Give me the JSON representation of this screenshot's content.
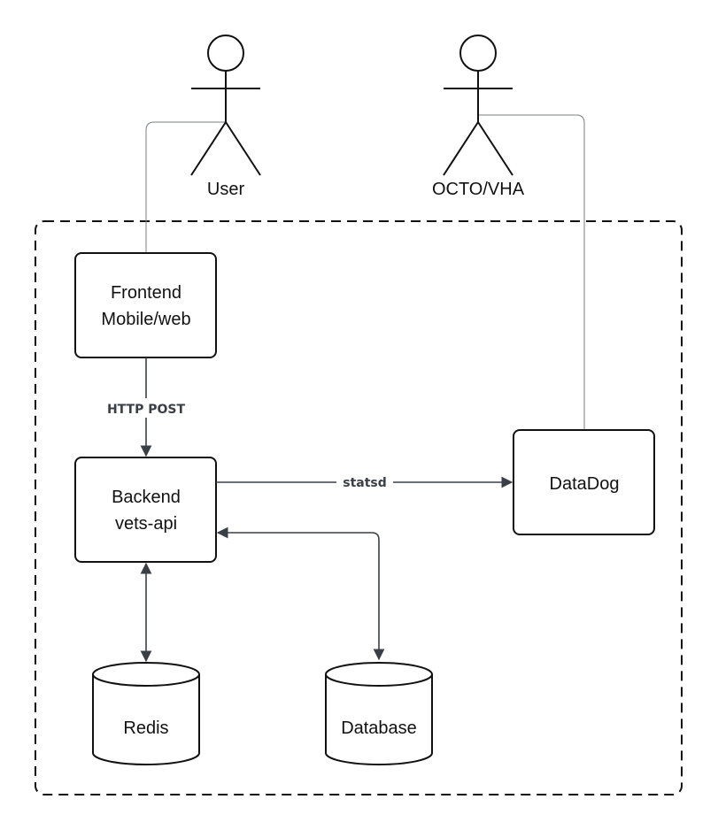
{
  "actors": {
    "user": {
      "label": "User"
    },
    "octo": {
      "label": "OCTO/VHA"
    }
  },
  "nodes": {
    "frontend": {
      "line1": "Frontend",
      "line2": "Mobile/web"
    },
    "backend": {
      "line1": "Backend",
      "line2": "vets-api"
    },
    "datadog": {
      "label": "DataDog"
    },
    "redis": {
      "label": "Redis"
    },
    "database": {
      "label": "Database"
    }
  },
  "edges": {
    "frontend_backend": {
      "label": "HTTP POST"
    },
    "backend_datadog": {
      "label": "statsd"
    }
  },
  "colors": {
    "stroke": "#111111",
    "edge": "#3a3f47",
    "thin_edge": "#7a7f86",
    "background": "#ffffff"
  }
}
